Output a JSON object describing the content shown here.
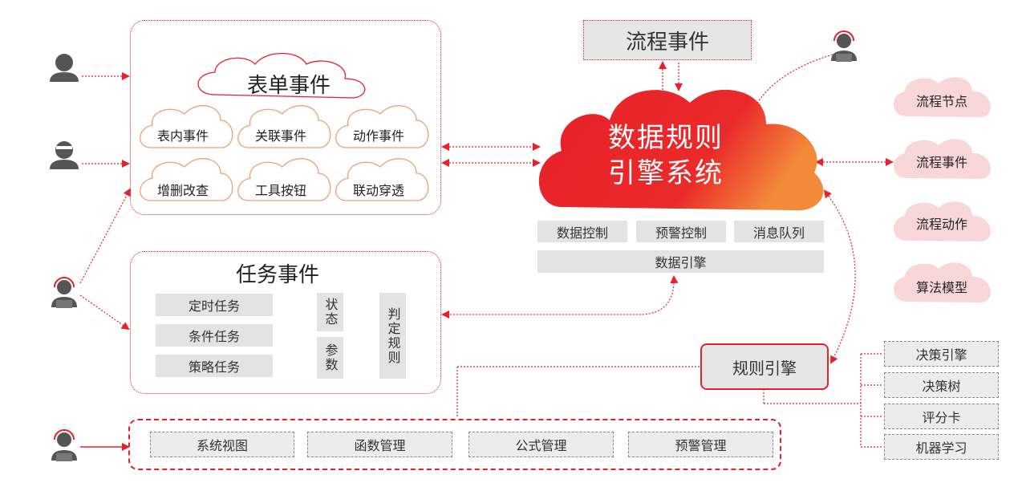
{
  "form_events": {
    "title": "表单事件",
    "items": [
      "表内事件",
      "关联事件",
      "动作事件",
      "增删改查",
      "工具按钮",
      "联动穿透"
    ]
  },
  "task_events": {
    "title": "任务事件",
    "tasks": [
      "定时任务",
      "条件任务",
      "策略任务"
    ],
    "state": "状态",
    "param": "参数",
    "judge": "判定规则"
  },
  "process_event_top": "流程事件",
  "core": {
    "line1": "数据规则",
    "line2": "引擎系统",
    "modules": [
      "数据控制",
      "预警控制",
      "消息队列"
    ],
    "data_engine": "数据引擎"
  },
  "right_clouds": [
    "流程节点",
    "流程事件",
    "流程动作",
    "算法模型"
  ],
  "rule_engine": {
    "label": "规则引擎",
    "items": [
      "决策引擎",
      "决策树",
      "评分卡",
      "机器学习"
    ]
  },
  "bottom_bar": [
    "系统视图",
    "函数管理",
    "公式管理",
    "预警管理"
  ],
  "colors": {
    "accent": "#e8202a",
    "cloud_orange": "#f08a3c",
    "cloud_pink": "#f9d7d8",
    "box_grey": "#e3e3e3"
  }
}
